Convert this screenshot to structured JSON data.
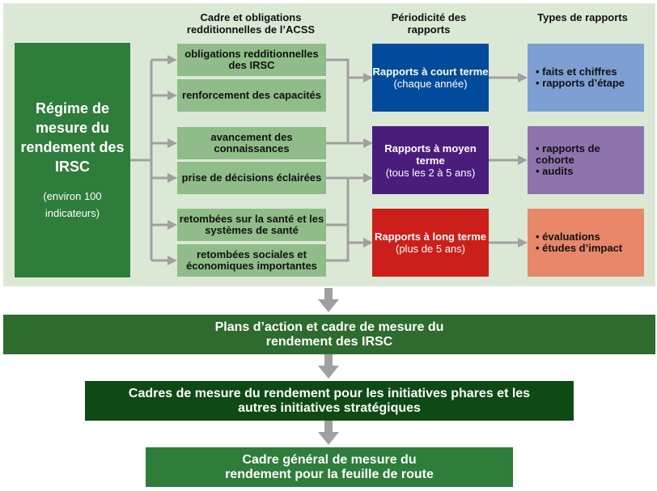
{
  "headers": {
    "obligations": "Cadre et obligations redditionnelles de l’ACSS",
    "periodicity": "Périodicité des rapports",
    "types": "Types de rapports"
  },
  "regime": {
    "title": "Régime de mesure du rendement des IRSC",
    "subtitle": "(environ 100 indicateurs)"
  },
  "obligations": [
    "obligations redditionnelles des IRSC",
    "renforcement des capacités",
    "avancement des connaissances",
    "prise de décisions éclairées",
    "retombées sur la santé et les systèmes de santé",
    "retombées sociales et économiques importantes"
  ],
  "reports": [
    {
      "title": "Rapports à court terme",
      "period": "(chaque année)",
      "color": "#004b9b"
    },
    {
      "title": "Rapports à moyen terme",
      "period": "(tous les 2 à 5 ans)",
      "color": "#4a1c7c"
    },
    {
      "title": "Rapports à long terme",
      "period": "(plus de 5 ans)",
      "color": "#cc1f1a"
    }
  ],
  "report_types": [
    {
      "items": [
        "faits et chiffres",
        "rapports d’étape"
      ],
      "color": "#7d9fd3"
    },
    {
      "items": [
        "rapports de cohorte",
        "audits"
      ],
      "color": "#8e73ad"
    },
    {
      "items": [
        "évaluations",
        "études d’impact"
      ],
      "color": "#e8876a"
    }
  ],
  "bands": [
    {
      "text": "Plans d’action et cadre de mesure du rendement des IRSC",
      "color": "#2e6b2e"
    },
    {
      "text": "Cadres de mesure du rendement pour les initiatives phares et les autres initiatives stratégiques",
      "color": "#0e4a14"
    },
    {
      "text": "Cadre général de mesure du rendement pour la feuille de route",
      "color": "#2e7d3a"
    }
  ],
  "colors": {
    "panel": "#dce8d6",
    "connector": "#a0a0a0",
    "obligation_box": "#8fbc88",
    "regime_box": "#2e7d3a"
  }
}
